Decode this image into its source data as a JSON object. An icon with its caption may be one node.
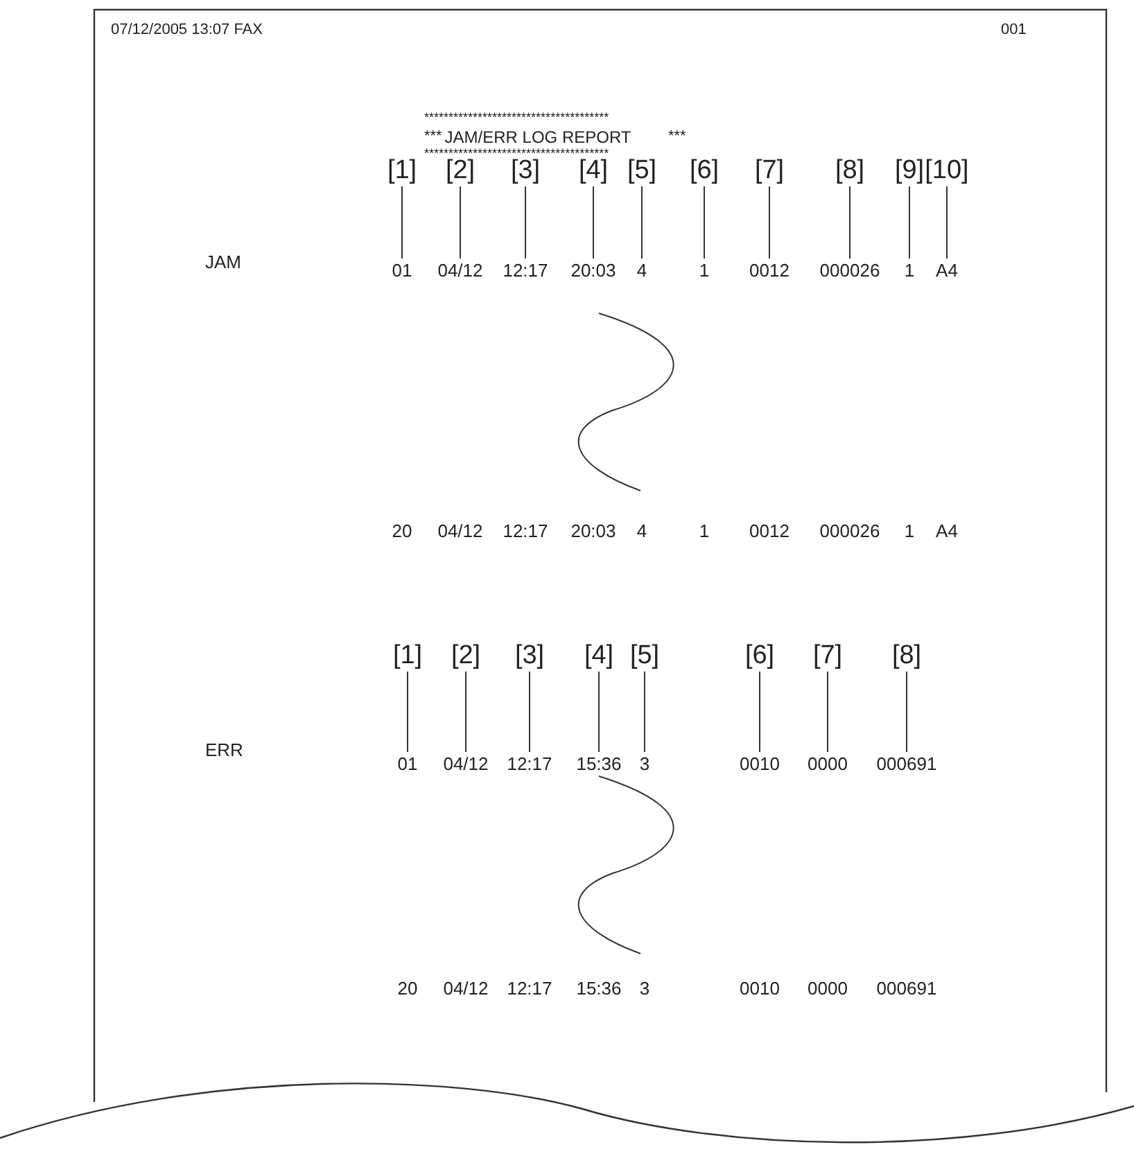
{
  "diagram": {
    "title": "JAM/ERR LOG REPORT",
    "nodes": [
      {
        "text": [
          "[1]"
        ]
      },
      {
        "text": [
          "[2]"
        ]
      },
      {
        "text": [
          "[3]"
        ]
      },
      {
        "text": [
          "[4]"
        ]
      },
      {
        "text": [
          "[5]"
        ]
      },
      {
        "text": [
          "[6]"
        ]
      },
      {
        "text": [
          "[7]"
        ]
      },
      {
        "text": [
          "[8]"
        ]
      },
      {
        "text": [
          "[9]"
        ]
      },
      {
        "text": [
          "[10]"
        ]
      },
      {
        "text": [
          "01"
        ]
      },
      {
        "text": [
          "04/12"
        ]
      },
      {
        "text": [
          "12:17"
        ]
      },
      {
        "text": [
          "20:03"
        ]
      },
      {
        "text": [
          "4"
        ]
      },
      {
        "text": [
          "1"
        ]
      },
      {
        "text": [
          "0012"
        ]
      },
      {
        "text": [
          "000026"
        ]
      },
      {
        "text": [
          "1"
        ]
      },
      {
        "text": [
          "A4"
        ]
      },
      {
        "text": [
          "[1]"
        ]
      },
      {
        "text": [
          "[2]"
        ]
      },
      {
        "text": [
          "[3]"
        ]
      },
      {
        "text": [
          "[4]"
        ]
      },
      {
        "text": [
          "[5]"
        ]
      },
      {
        "text": [
          "[6]"
        ]
      },
      {
        "text": [
          "[7]"
        ]
      },
      {
        "text": [
          "[8]"
        ]
      },
      {
        "text": [
          "01"
        ]
      },
      {
        "text": [
          "04/12"
        ]
      },
      {
        "text": [
          "12:17"
        ]
      },
      {
        "text": [
          "15:36"
        ]
      },
      {
        "text": [
          "3"
        ]
      },
      {
        "text": [
          "0010"
        ]
      },
      {
        "text": [
          "0000"
        ]
      },
      {
        "text": [
          "000691"
        ]
      }
    ],
    "edges": [
      {
        "from": 0,
        "to": 10,
        "arrow": "none"
      },
      {
        "from": 1,
        "to": 11,
        "arrow": "none"
      },
      {
        "from": 2,
        "to": 12,
        "arrow": "none"
      },
      {
        "from": 3,
        "to": 13,
        "arrow": "none"
      },
      {
        "from": 4,
        "to": 14,
        "arrow": "none"
      },
      {
        "from": 5,
        "to": 15,
        "arrow": "none"
      },
      {
        "from": 6,
        "to": 16,
        "arrow": "none"
      },
      {
        "from": 7,
        "to": 17,
        "arrow": "none"
      },
      {
        "from": 8,
        "to": 18,
        "arrow": "none"
      },
      {
        "from": 9,
        "to": 19,
        "arrow": "none"
      },
      {
        "from": 20,
        "to": 28,
        "arrow": "none"
      },
      {
        "from": 21,
        "to": 29,
        "arrow": "none"
      },
      {
        "from": 22,
        "to": 30,
        "arrow": "none"
      },
      {
        "from": 23,
        "to": 31,
        "arrow": "none"
      },
      {
        "from": 24,
        "to": 32,
        "arrow": "none"
      },
      {
        "from": 25,
        "to": 33,
        "arrow": "none"
      },
      {
        "from": 26,
        "to": 34,
        "arrow": "none"
      },
      {
        "from": 27,
        "to": 35,
        "arrow": "none"
      }
    ],
    "labels": [
      "07/12/2005 13:07 FAX",
      "001",
      "**************************************",
      "***",
      "***",
      "**************************************",
      "JAM",
      "20",
      "04/12",
      "12:17",
      "20:03",
      "4",
      "1",
      "0012",
      "000026",
      "1",
      "A4",
      "ERR",
      "20",
      "04/12",
      "12:17",
      "15:36",
      "3",
      "0010",
      "0000",
      "000691"
    ]
  }
}
